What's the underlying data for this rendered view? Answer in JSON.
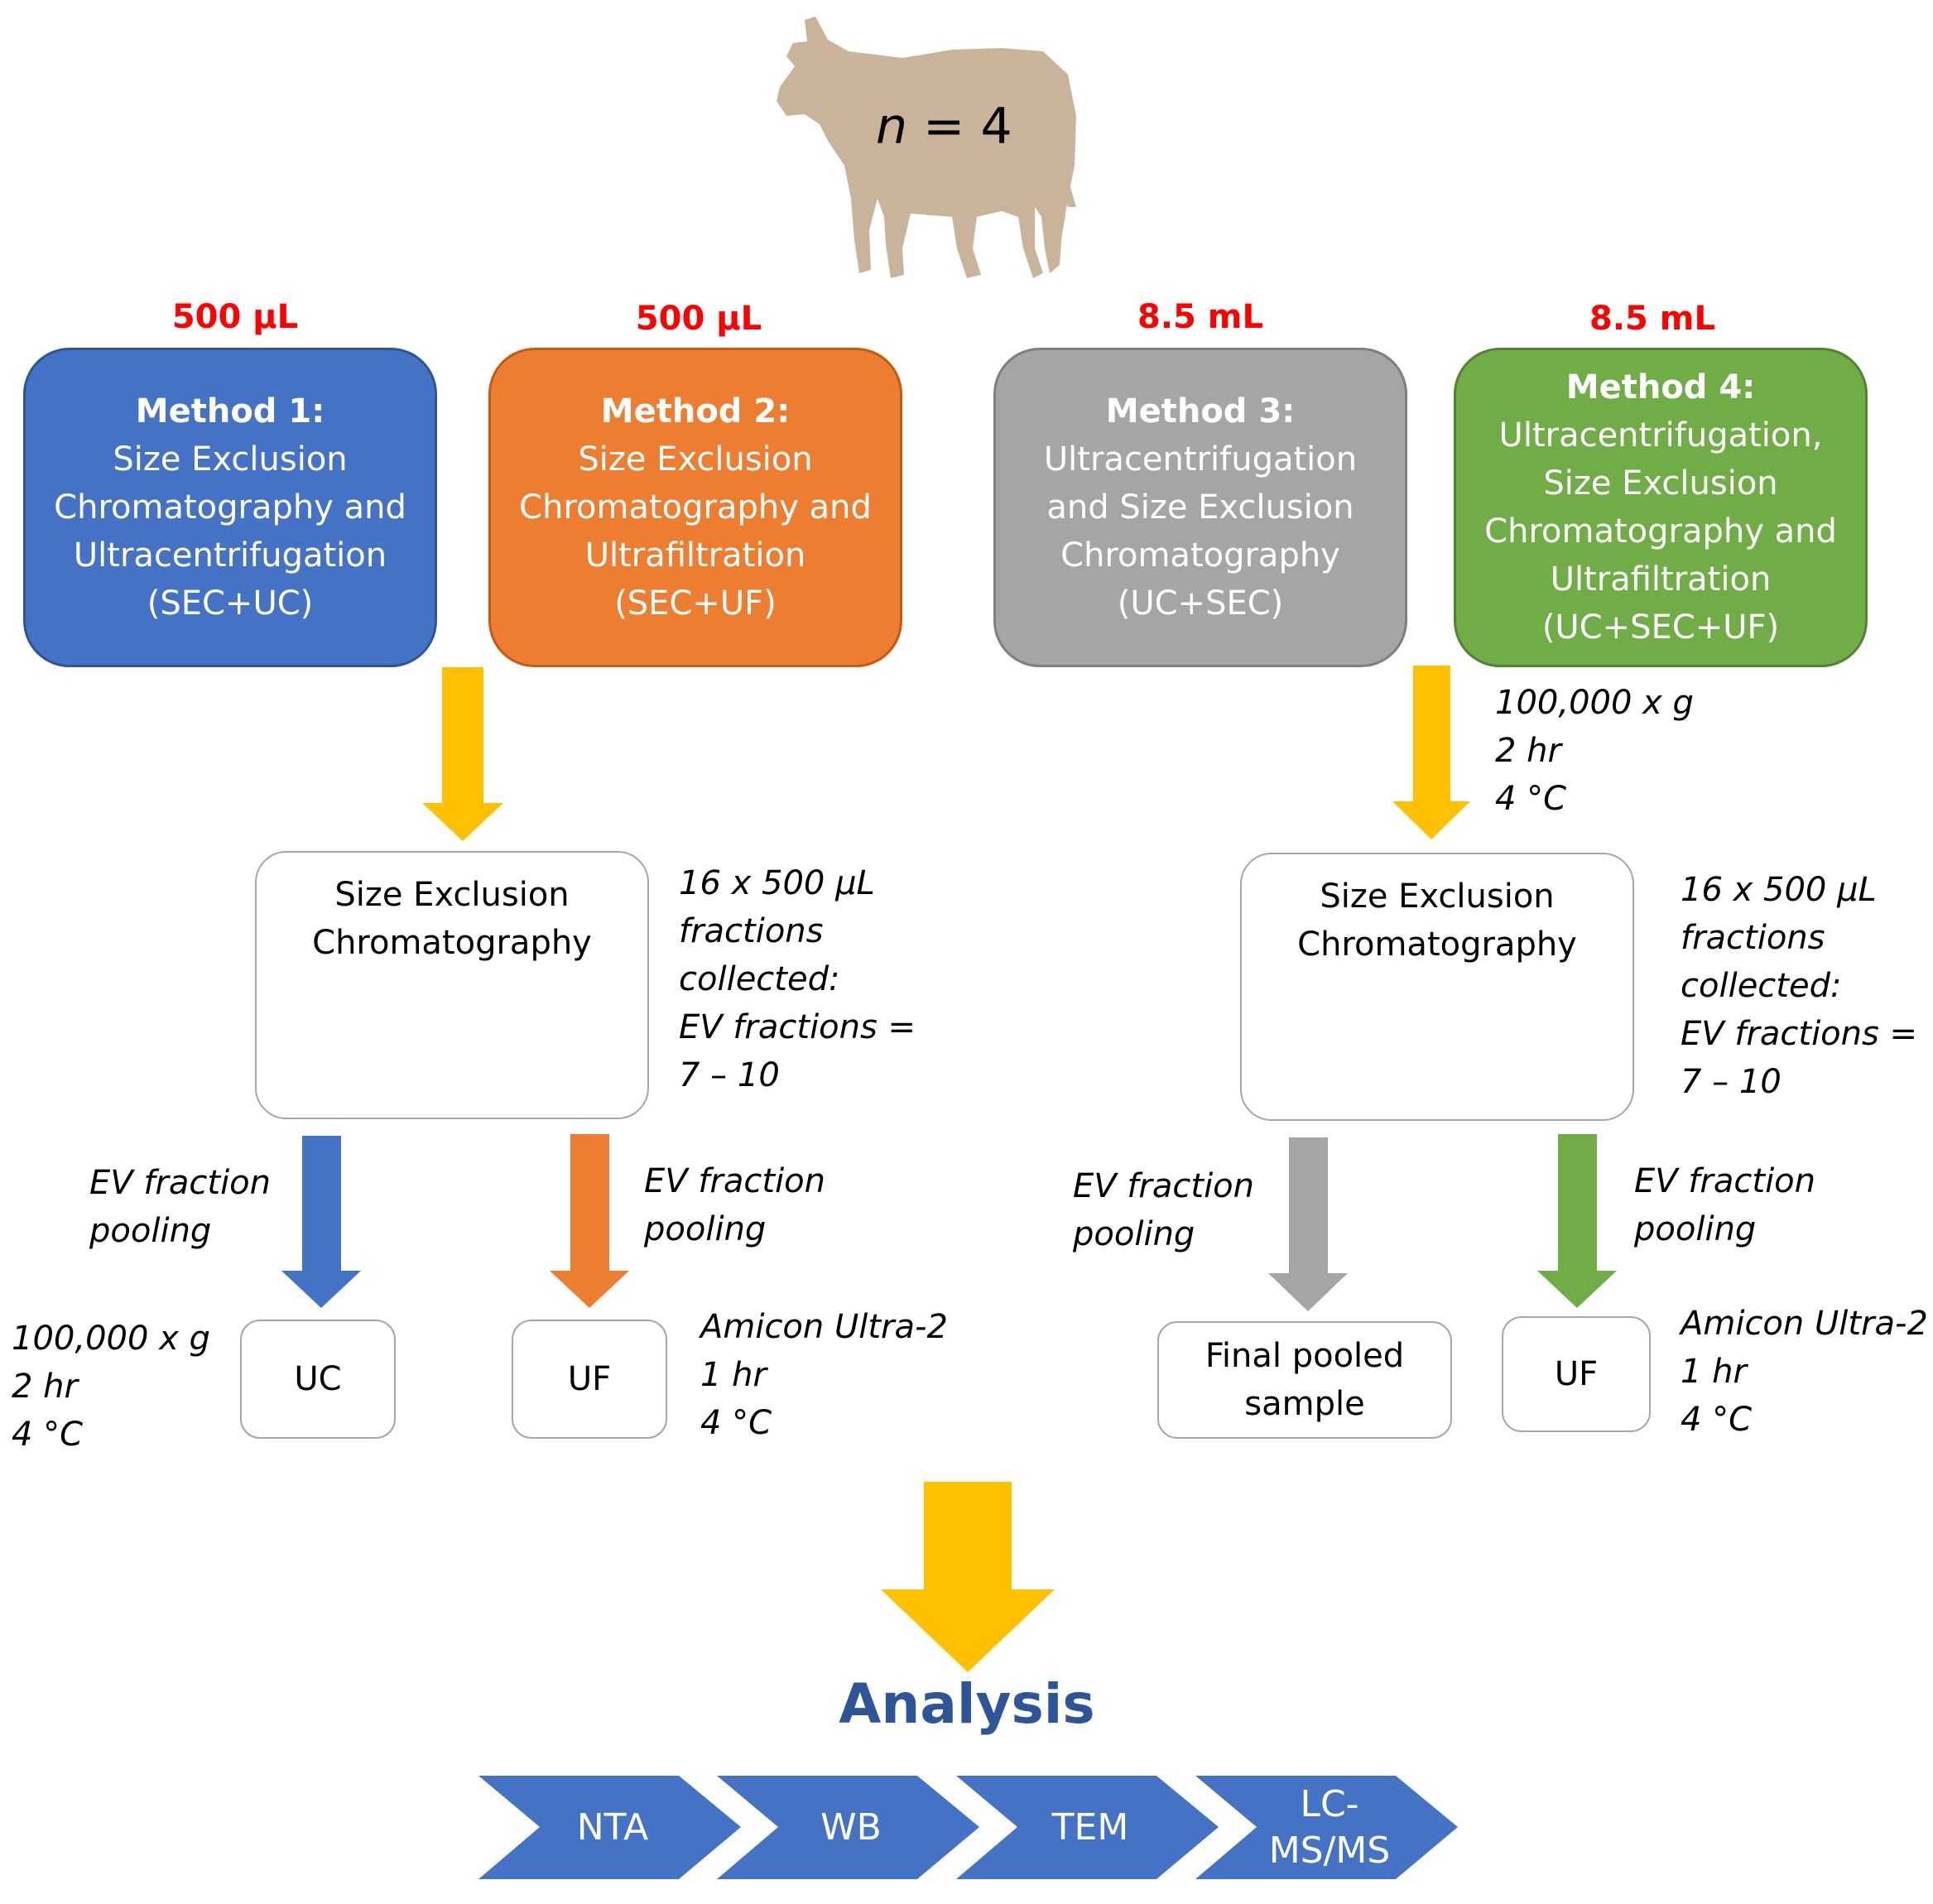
{
  "colors": {
    "method1": "#4472c4",
    "method2": "#ed7d31",
    "method3": "#a5a5a5",
    "method4": "#70ad47",
    "yellow_arrow": "#ffc000",
    "volume_text": "#ff0000",
    "analysis_text": "#2e5597",
    "cow": "#c9b39a"
  },
  "cow": {
    "label_var": "n",
    "label_rest": " = 4"
  },
  "volumes": [
    "500 µL",
    "500 µL",
    "8.5 mL",
    "8.5 mL"
  ],
  "methods": [
    {
      "title": "Method 1:",
      "lines": [
        "Size Exclusion",
        "Chromatography and",
        "Ultracentrifugation",
        "(SEC+UC)"
      ]
    },
    {
      "title": "Method 2:",
      "lines": [
        "Size Exclusion",
        "Chromatography and",
        "Ultrafiltration",
        "(SEC+UF)"
      ]
    },
    {
      "title": "Method 3:",
      "lines": [
        "Ultracentrifugation",
        "and Size Exclusion",
        "Chromatography",
        "(UC+SEC)"
      ]
    },
    {
      "title": "Method 4:",
      "lines": [
        "Ultracentrifugation,",
        "Size Exclusion",
        "Chromatography and",
        "Ultrafiltration",
        "(UC+SEC+UF)"
      ]
    }
  ],
  "uc_conditions_right": [
    "100,000 x g",
    "2 hr",
    "4 °C"
  ],
  "sec_left": {
    "lines": [
      "Size Exclusion",
      "Chromatography"
    ]
  },
  "sec_right": {
    "lines": [
      "Size Exclusion",
      "Chromatography"
    ]
  },
  "fractions_left": [
    "16 x 500 µL",
    "fractions",
    "collected:",
    "EV fractions =",
    "7 – 10"
  ],
  "fractions_right": [
    "16 x 500 µL",
    "fractions",
    "collected:",
    "EV fractions =",
    "7 – 10"
  ],
  "pooling": [
    [
      "EV fraction",
      "pooling"
    ],
    [
      "EV fraction",
      "pooling"
    ],
    [
      "EV fraction",
      "pooling"
    ],
    [
      "EV fraction",
      "pooling"
    ]
  ],
  "uc_conditions_left": [
    "100,000 x g",
    "2 hr",
    "4 °C"
  ],
  "amicon_left": [
    "Amicon Ultra-2",
    "1 hr",
    "4 °C"
  ],
  "amicon_right": [
    "Amicon Ultra-2",
    "1 hr",
    "4 °C"
  ],
  "end_boxes": {
    "uc": "UC",
    "uf_left": "UF",
    "final": [
      "Final pooled",
      "sample"
    ],
    "uf_right": "UF"
  },
  "analysis_title": "Analysis",
  "analysis_steps": [
    {
      "lines": [
        "NTA"
      ]
    },
    {
      "lines": [
        "WB"
      ]
    },
    {
      "lines": [
        "TEM"
      ]
    },
    {
      "lines": [
        "LC-",
        "MS/MS"
      ]
    }
  ]
}
